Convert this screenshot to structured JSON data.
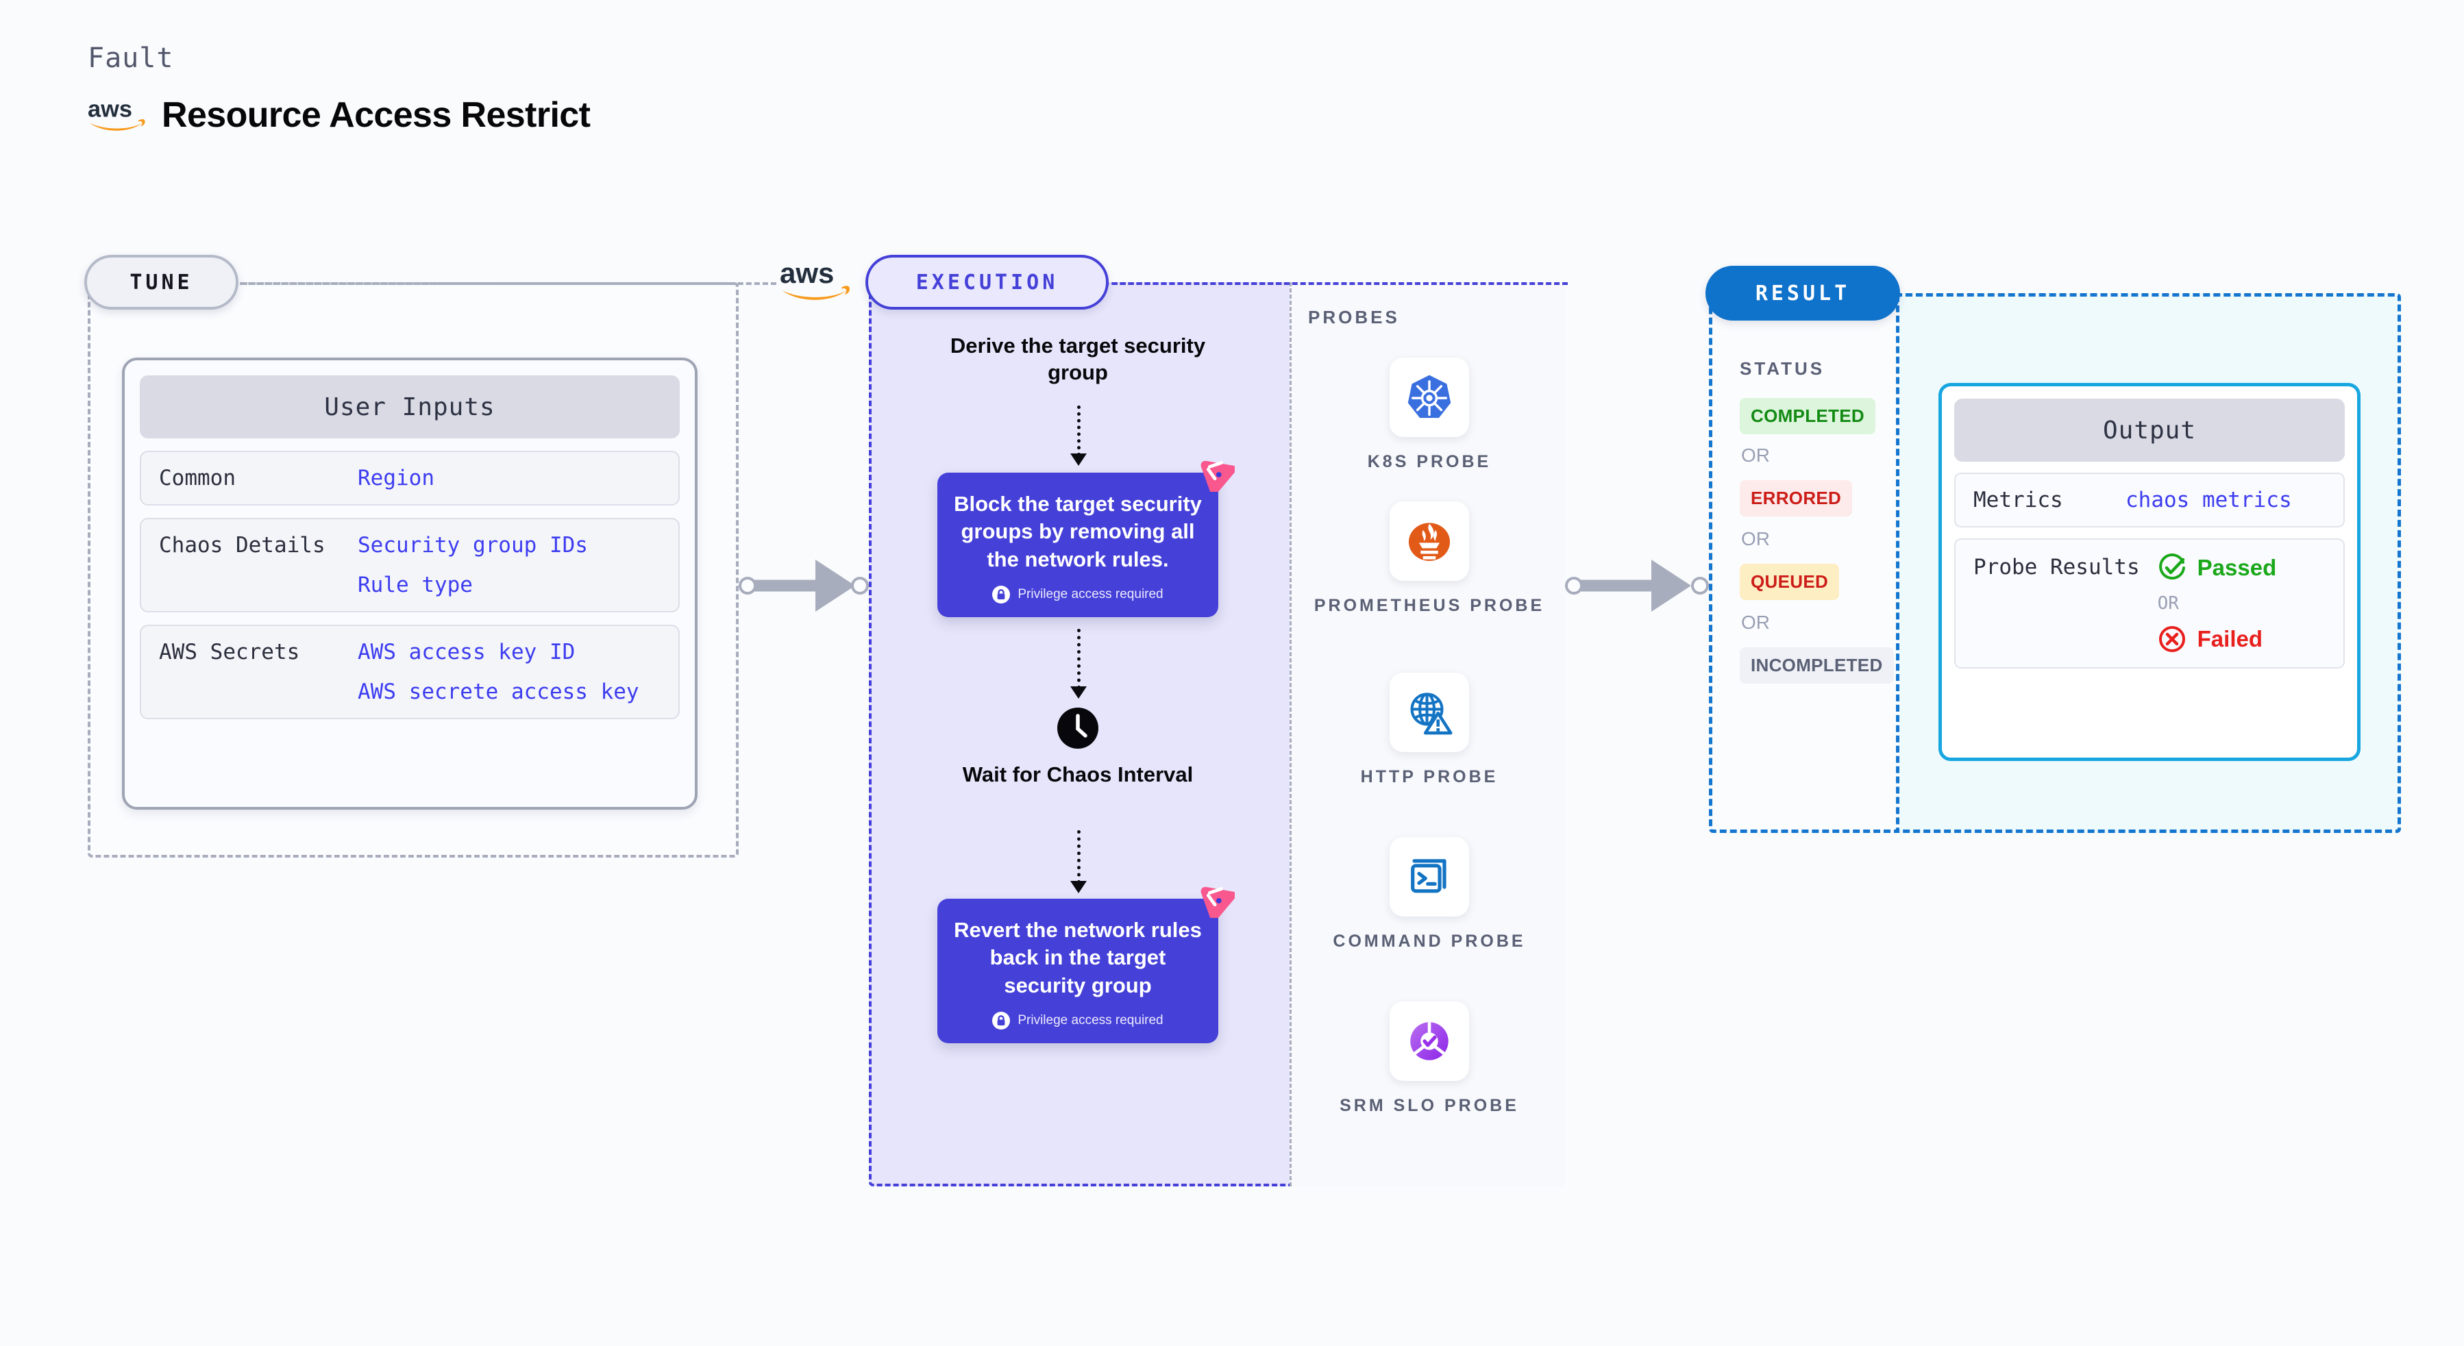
{
  "header": {
    "fault_label": "Fault",
    "title": "Resource Access Restrict",
    "provider_icon": "aws-logo"
  },
  "tune": {
    "pill_label": "TUNE",
    "provider_icon": "aws-logo",
    "card_title": "User Inputs",
    "rows": [
      {
        "key": "Common",
        "values": [
          "Region"
        ]
      },
      {
        "key": "Chaos Details",
        "values": [
          "Security group IDs",
          "Rule type"
        ]
      },
      {
        "key": "AWS Secrets",
        "values": [
          "AWS access key ID",
          "AWS secrete access key"
        ]
      }
    ]
  },
  "execution": {
    "pill_label": "EXECUTION",
    "step1_title": "Derive the target security group",
    "action1_text": "Block the target security groups by removing all the network rules.",
    "action1_note": "Privilege access required",
    "wait_title": "Wait for Chaos Interval",
    "action2_text": "Revert the network rules back in the target security group",
    "action2_note": "Privilege access required",
    "probes_title": "PROBES",
    "probes": [
      {
        "label": "K8S PROBE",
        "icon": "kubernetes-icon"
      },
      {
        "label": "PROMETHEUS PROBE",
        "icon": "prometheus-icon"
      },
      {
        "label": "HTTP PROBE",
        "icon": "http-globe-warning-icon"
      },
      {
        "label": "COMMAND PROBE",
        "icon": "terminal-icon"
      },
      {
        "label": "SRM SLO PROBE",
        "icon": "srm-slo-icon"
      }
    ]
  },
  "result": {
    "pill_label": "RESULT",
    "status_title": "STATUS",
    "or_label": "OR",
    "statuses": [
      {
        "label": "COMPLETED",
        "color": "#138a13",
        "bg": "#dcf5dc"
      },
      {
        "label": "ERRORED",
        "color": "#cc1d18",
        "bg": "#fdeaea"
      },
      {
        "label": "QUEUED",
        "color": "#cc1d18",
        "bg": "#fdeec4"
      },
      {
        "label": "INCOMPLETED",
        "color": "#5a6075",
        "bg": "#f0f1f6"
      }
    ],
    "output_title": "Output",
    "metrics_key": "Metrics",
    "metrics_value": "chaos metrics",
    "probe_results_key": "Probe Results",
    "probe_pass": "Passed",
    "probe_fail": "Failed",
    "probe_or": "OR"
  },
  "colors": {
    "accent_purple": "#4540d8",
    "accent_blue": "#0f72cb",
    "aws_orange": "#f79b1e",
    "litmus_pink": "#f9588f",
    "pass_green": "#1aa81a",
    "fail_red": "#e8201e"
  }
}
